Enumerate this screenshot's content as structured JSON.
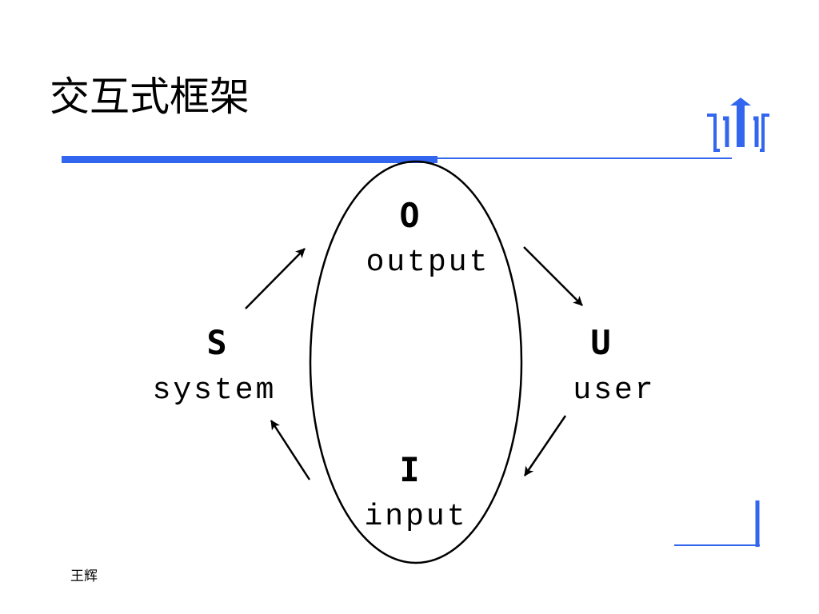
{
  "slide": {
    "title": "交互式框架",
    "footer_author": "王辉",
    "accent_color": "#3366ee"
  },
  "diagram": {
    "type": "interaction-cycle",
    "nodes": {
      "output": {
        "letter": "O",
        "word": "output"
      },
      "user": {
        "letter": "U",
        "word": "user"
      },
      "input": {
        "letter": "I",
        "word": "input"
      },
      "system": {
        "letter": "S",
        "word": "system"
      }
    },
    "edges": [
      {
        "from": "system",
        "to": "output"
      },
      {
        "from": "output",
        "to": "user"
      },
      {
        "from": "user",
        "to": "input"
      },
      {
        "from": "input",
        "to": "system"
      }
    ],
    "center_shape": "ellipse"
  },
  "icons": {
    "logo": "up-arrow-bracket-logo-icon",
    "corner": "corner-bracket-icon"
  }
}
